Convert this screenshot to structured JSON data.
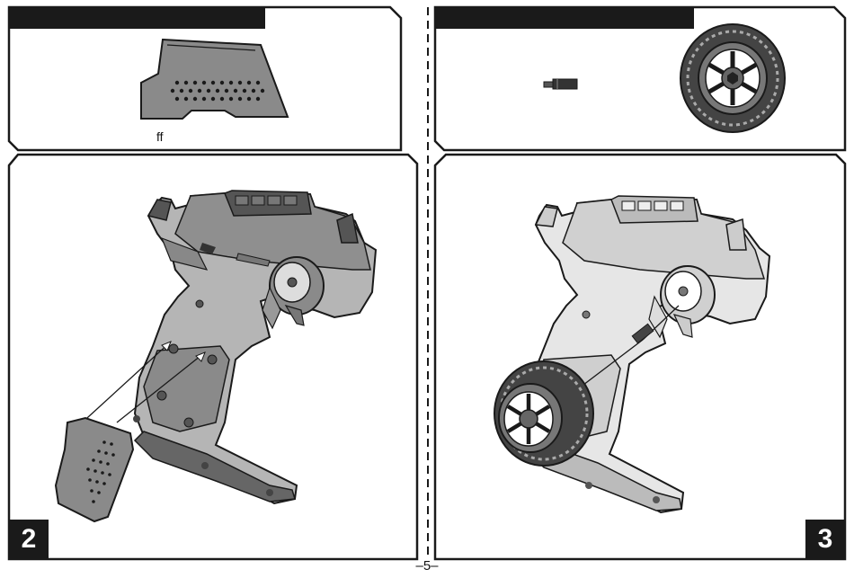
{
  "parts_panel_left": {
    "part_label": "ff"
  },
  "steps": [
    {
      "number": "2"
    },
    {
      "number": "3"
    }
  ],
  "footer": {
    "page_number": "–5–"
  },
  "colors": {
    "ink": "#1a1a1a",
    "part_fill": "#8a8a8a",
    "body_fill": "#b5b5b5",
    "body_light": "#e6e6e6"
  }
}
